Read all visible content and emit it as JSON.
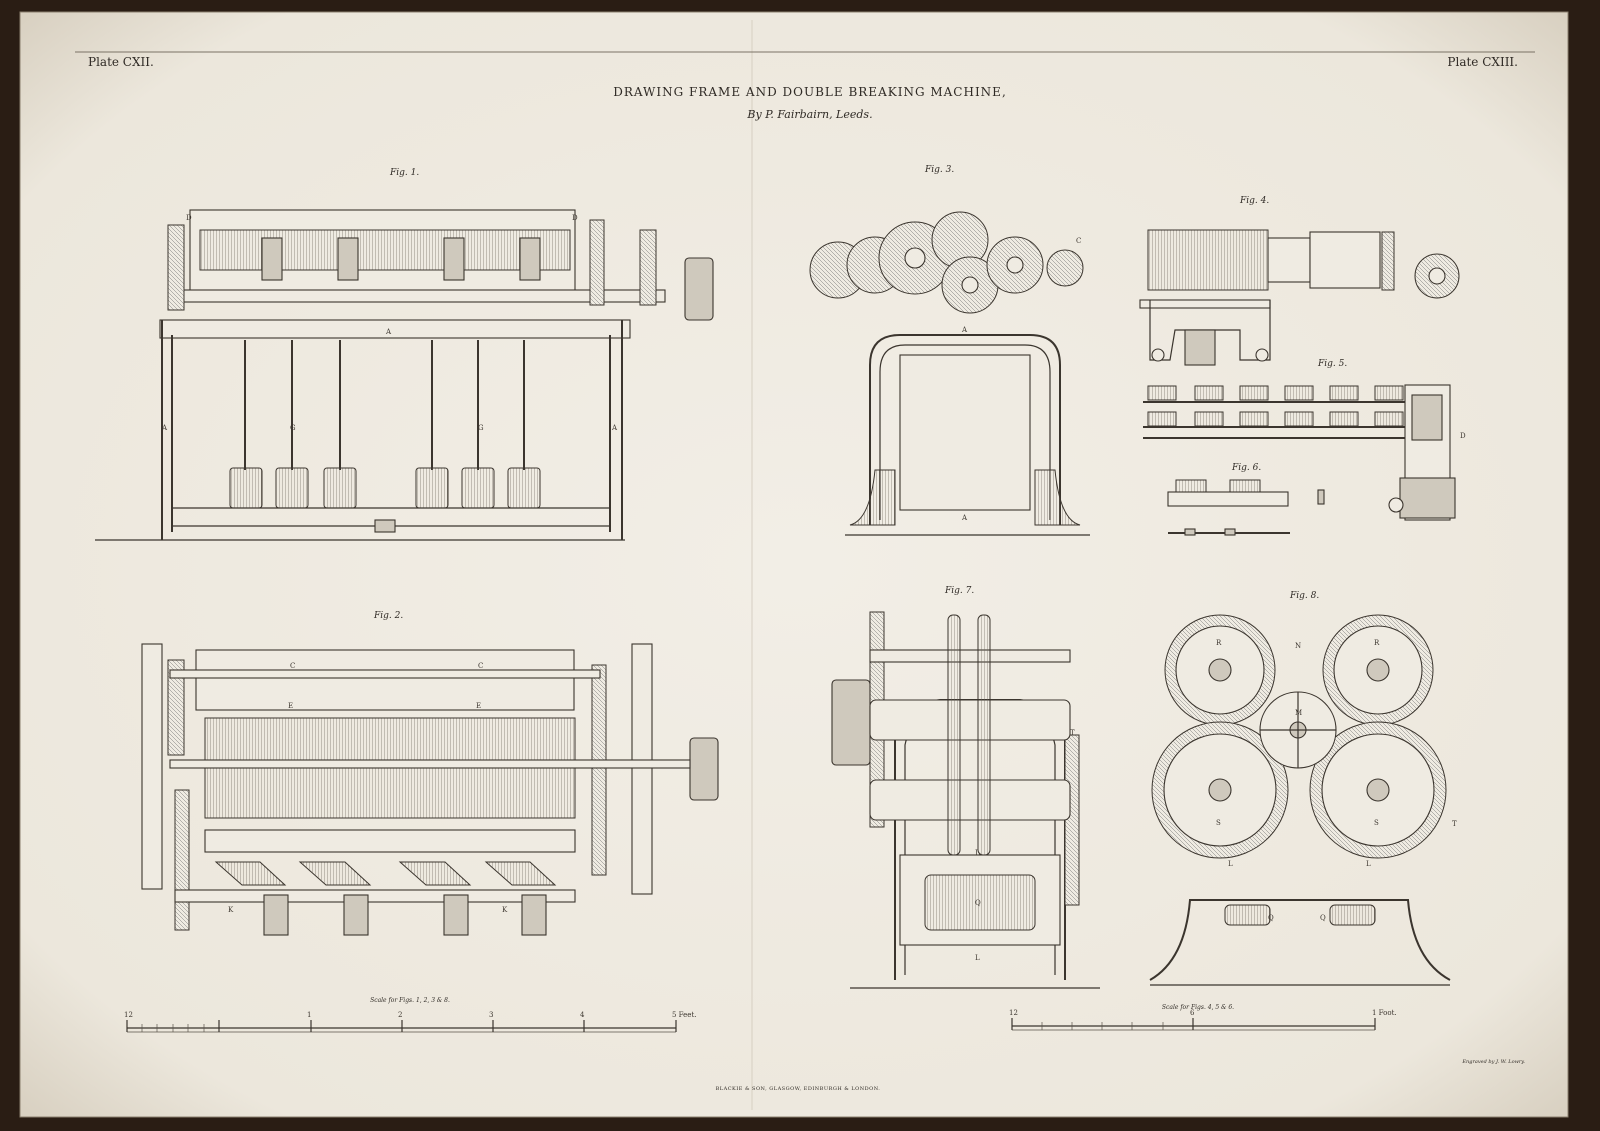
{
  "plate_left": "Plate CXII.",
  "plate_right": "Plate CXIII.",
  "title": "DRAWING FRAME AND DOUBLE BREAKING MACHINE,",
  "subtitle": "By P. Fairbairn, Leeds.",
  "figures": {
    "fig1": "Fig. 1.",
    "fig2": "Fig. 2.",
    "fig3": "Fig. 3.",
    "fig4": "Fig. 4.",
    "fig5": "Fig. 5.",
    "fig6": "Fig. 6.",
    "fig7": "Fig. 7.",
    "fig8": "Fig. 8."
  },
  "scale_left": {
    "caption": "Scale for Figs. 1, 2, 3 & 8.",
    "start": "12",
    "numbers": [
      "1",
      "2",
      "3",
      "4"
    ],
    "end": "5 Feet."
  },
  "scale_right": {
    "caption": "Scale for Figs. 4, 5 & 6.",
    "start": "12",
    "numbers": [
      "6"
    ],
    "end": "1 Foot."
  },
  "publisher": "BLACKIE & SON, GLASGOW, EDINBURGH & LONDON.",
  "engraver": "Engraved by J. W. Lowry.",
  "part_letters": {
    "A": "A",
    "B": "B",
    "C": "C",
    "D": "D",
    "E": "E",
    "G": "G",
    "K": "K",
    "L": "L",
    "M": "M",
    "N": "N",
    "Q": "Q",
    "R": "R",
    "S": "S",
    "T": "T"
  }
}
